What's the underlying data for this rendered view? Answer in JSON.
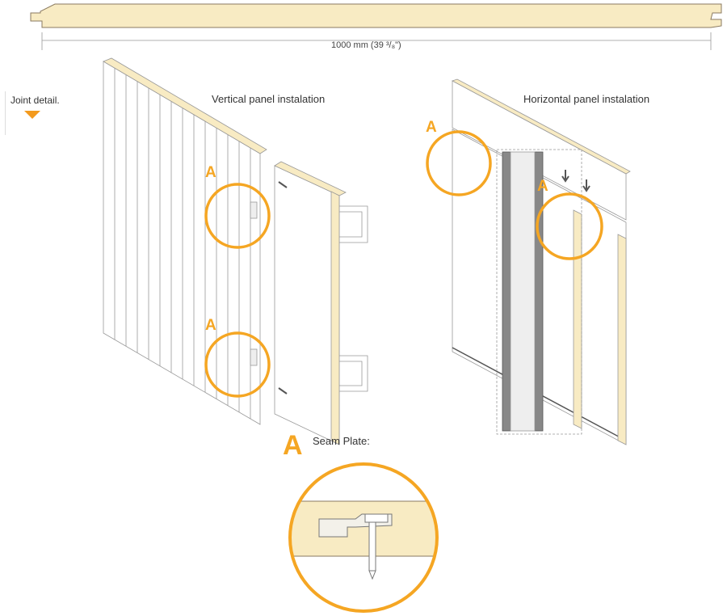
{
  "profile": {
    "dimension_label": "1000 mm (39 ³/₈\")"
  },
  "sidebar": {
    "joint_detail_label": "Joint detail."
  },
  "vertical": {
    "title": "Vertical panel instalation"
  },
  "horizontal": {
    "title": "Horizontal panel instalation"
  },
  "detail": {
    "marker": "A",
    "title": "Seam Plate:"
  },
  "colors": {
    "core": "#f8ebc3",
    "accent": "#f5a623",
    "line": "#8a8a8a"
  }
}
